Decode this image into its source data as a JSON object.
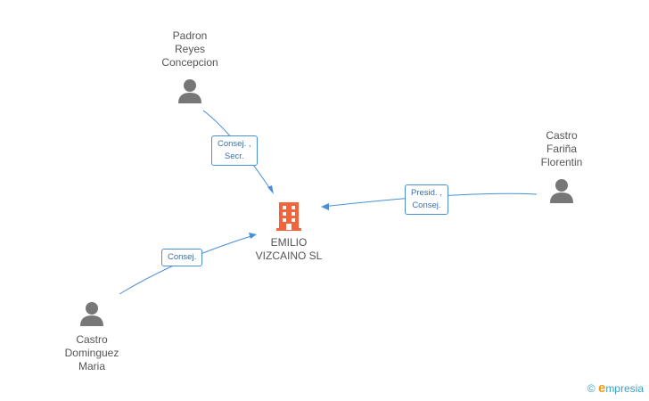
{
  "nodes": {
    "company": {
      "label": "EMILIO\nVIZCAINO SL",
      "color": "#f4643c"
    },
    "padron": {
      "label": "Padron\nReyes\nConcepcion"
    },
    "castro_farina": {
      "label": "Castro\nFariña\nFlorentin"
    },
    "castro_dominguez": {
      "label": "Castro\nDominguez\nMaria"
    }
  },
  "edges": {
    "padron": {
      "label": "Consej. ,\nSecr."
    },
    "castro_farina": {
      "label": "Presid. ,\nConsej."
    },
    "castro_dominguez": {
      "label": "Consej."
    }
  },
  "colors": {
    "edge": "#4a90d9",
    "person": "#777777"
  },
  "footer": {
    "copyright": "©",
    "brand_e": "e",
    "brand_rest": "mpresia"
  }
}
